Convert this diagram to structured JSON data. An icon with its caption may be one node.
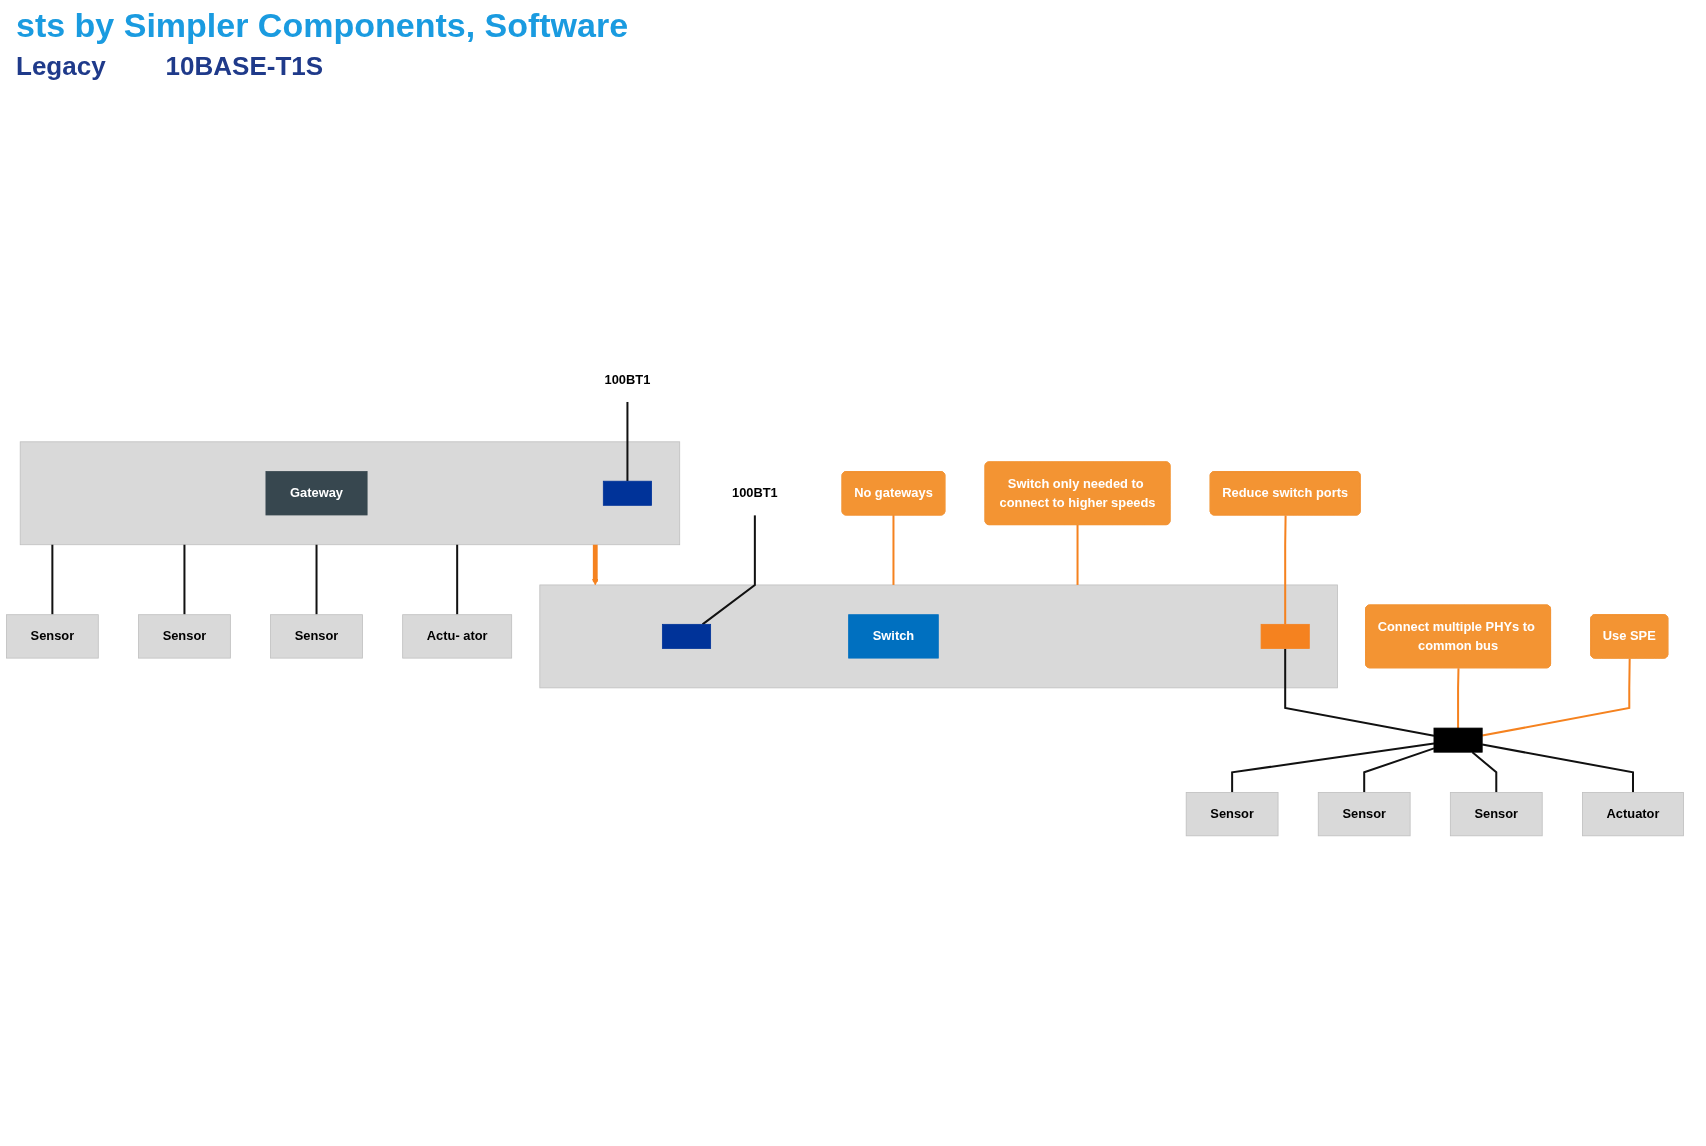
{
  "diagram": {
    "title": "sts by Simpler Components, Software",
    "nodes": [
      {
        "text": [],
        "shape": "box"
      },
      {
        "text": [
          "Gateway"
        ],
        "in": 0
      },
      {
        "text": [],
        "shape": "box",
        "in": 0
      },
      {
        "text": [
          "100BT1"
        ]
      },
      {
        "text": [
          "Sensor"
        ]
      },
      {
        "text": [
          "Sensor"
        ]
      },
      {
        "text": [
          "Sensor"
        ]
      },
      {
        "text": [
          "Actu- ator"
        ]
      },
      {
        "text": [],
        "shape": "box"
      },
      {
        "text": [
          "Switch"
        ],
        "in": 8
      },
      {
        "text": [],
        "shape": "box",
        "in": 8
      },
      {
        "text": [
          "100BT1"
        ]
      },
      {
        "text": [],
        "shape": "box",
        "in": 8
      },
      {
        "text": [],
        "shape": "bar"
      },
      {
        "text": [
          "Sensor"
        ]
      },
      {
        "text": [
          "Sensor"
        ]
      },
      {
        "text": [
          "Sensor"
        ]
      },
      {
        "text": [
          "Actuator"
        ]
      },
      {
        "text": [
          "No gateways"
        ]
      },
      {
        "text": [
          "Switch only needed to connect to higher speeds"
        ]
      },
      {
        "text": [
          "Reduce switch ports"
        ]
      },
      {
        "text": [
          "Connect multiple PHYs to common bus"
        ]
      },
      {
        "text": [
          "Use SPE"
        ]
      }
    ],
    "edges": [
      {
        "from": 0,
        "to": 4,
        "arrow": "none"
      },
      {
        "from": 0,
        "to": 5,
        "arrow": "none"
      },
      {
        "from": 0,
        "to": 6,
        "arrow": "none"
      },
      {
        "from": 0,
        "to": 7,
        "arrow": "none"
      },
      {
        "from": 3,
        "to": 2,
        "arrow": "none"
      },
      {
        "from": 0,
        "to": 8,
        "arrow": "to",
        "style": "thick",
        "color": "#f5821f"
      },
      {
        "from": 11,
        "to": 10,
        "arrow": "none"
      },
      {
        "from": 12,
        "to": 13,
        "arrow": "none"
      },
      {
        "from": 13,
        "to": 14,
        "arrow": "none"
      },
      {
        "from": 13,
        "to": 15,
        "arrow": "none"
      },
      {
        "from": 13,
        "to": 16,
        "arrow": "none"
      },
      {
        "from": 13,
        "to": 17,
        "arrow": "none"
      },
      {
        "from": 18,
        "to": 8,
        "arrow": "none",
        "color": "#f5821f"
      },
      {
        "from": 19,
        "to": 8,
        "arrow": "none",
        "color": "#f5821f"
      },
      {
        "from": 20,
        "to": 12,
        "arrow": "none",
        "color": "#f5821f"
      },
      {
        "from": 21,
        "to": 13,
        "arrow": "none",
        "color": "#f5821f"
      },
      {
        "from": 22,
        "to": 13,
        "arrow": "none",
        "color": "#f5821f"
      }
    ],
    "labels": [
      "Legacy",
      "10BASE-T1S"
    ]
  }
}
